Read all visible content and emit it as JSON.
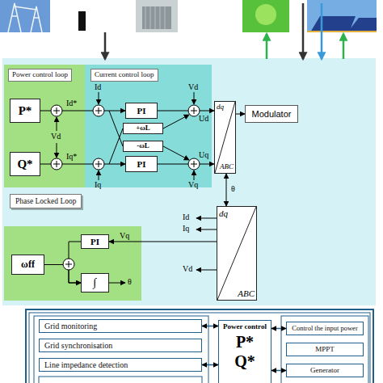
{
  "diagram": {
    "nodes": [
      {
        "text": [
          "Power control loop"
        ]
      },
      {
        "text": [
          "Current control loop"
        ]
      },
      {
        "text": [
          "P*"
        ],
        "in": 0
      },
      {
        "text": [
          "Q*"
        ],
        "in": 0
      },
      {
        "text": [
          "PI"
        ],
        "in": 1
      },
      {
        "text": [
          "+ωL"
        ],
        "in": 1
      },
      {
        "text": [
          "-ωL"
        ],
        "in": 1
      },
      {
        "text": [
          "PI"
        ],
        "in": 1
      },
      {
        "text": [
          "dq",
          "ABC"
        ]
      },
      {
        "text": [
          "Modulator"
        ]
      },
      {
        "text": [
          "Phase Locked Loop"
        ]
      },
      {
        "text": [
          "ωff"
        ],
        "in": 10
      },
      {
        "text": [
          "PI"
        ],
        "in": 10
      },
      {
        "text": [
          "∫"
        ],
        "in": 10
      },
      {
        "text": [
          "dq",
          "ABC"
        ]
      },
      {
        "text": [
          "Grid monitoring"
        ]
      },
      {
        "text": [
          "Grid synchronisation"
        ]
      },
      {
        "text": [
          "Line impedance detection"
        ]
      },
      {
        "text": [
          "Power control",
          "P*",
          "Q*"
        ]
      },
      {
        "text": [
          "Control the input power"
        ]
      },
      {
        "text": [
          "MPPT"
        ]
      },
      {
        "text": [
          "Generator"
        ]
      }
    ],
    "edges": [
      {
        "from": 2,
        "to": 4,
        "arrow": "to"
      },
      {
        "from": 3,
        "to": 7,
        "arrow": "to"
      },
      {
        "from": 4,
        "to": 8,
        "arrow": "to"
      },
      {
        "from": 7,
        "to": 8,
        "arrow": "to"
      },
      {
        "from": 8,
        "to": 9,
        "arrow": "to"
      },
      {
        "from": 8,
        "to": 14,
        "arrow": "both"
      },
      {
        "from": 14,
        "to": 12,
        "label": "Vq",
        "arrow": "to"
      },
      {
        "from": 11,
        "to": 13,
        "arrow": "to"
      },
      {
        "from": 12,
        "to": 13,
        "arrow": "to"
      },
      {
        "from": 15,
        "to": 18,
        "arrow": "both"
      },
      {
        "from": 17,
        "to": 18,
        "arrow": "both"
      },
      {
        "from": 18,
        "to": 19,
        "arrow": "both"
      },
      {
        "from": 18,
        "to": 21,
        "arrow": "both"
      }
    ],
    "labels": [
      "Id",
      "Vd",
      "Id*",
      "Vd",
      "Iq*",
      "Ud",
      "Uq",
      "Iq",
      "Vq",
      "θ",
      "Id",
      "Iq",
      "Vd",
      "θ"
    ]
  }
}
